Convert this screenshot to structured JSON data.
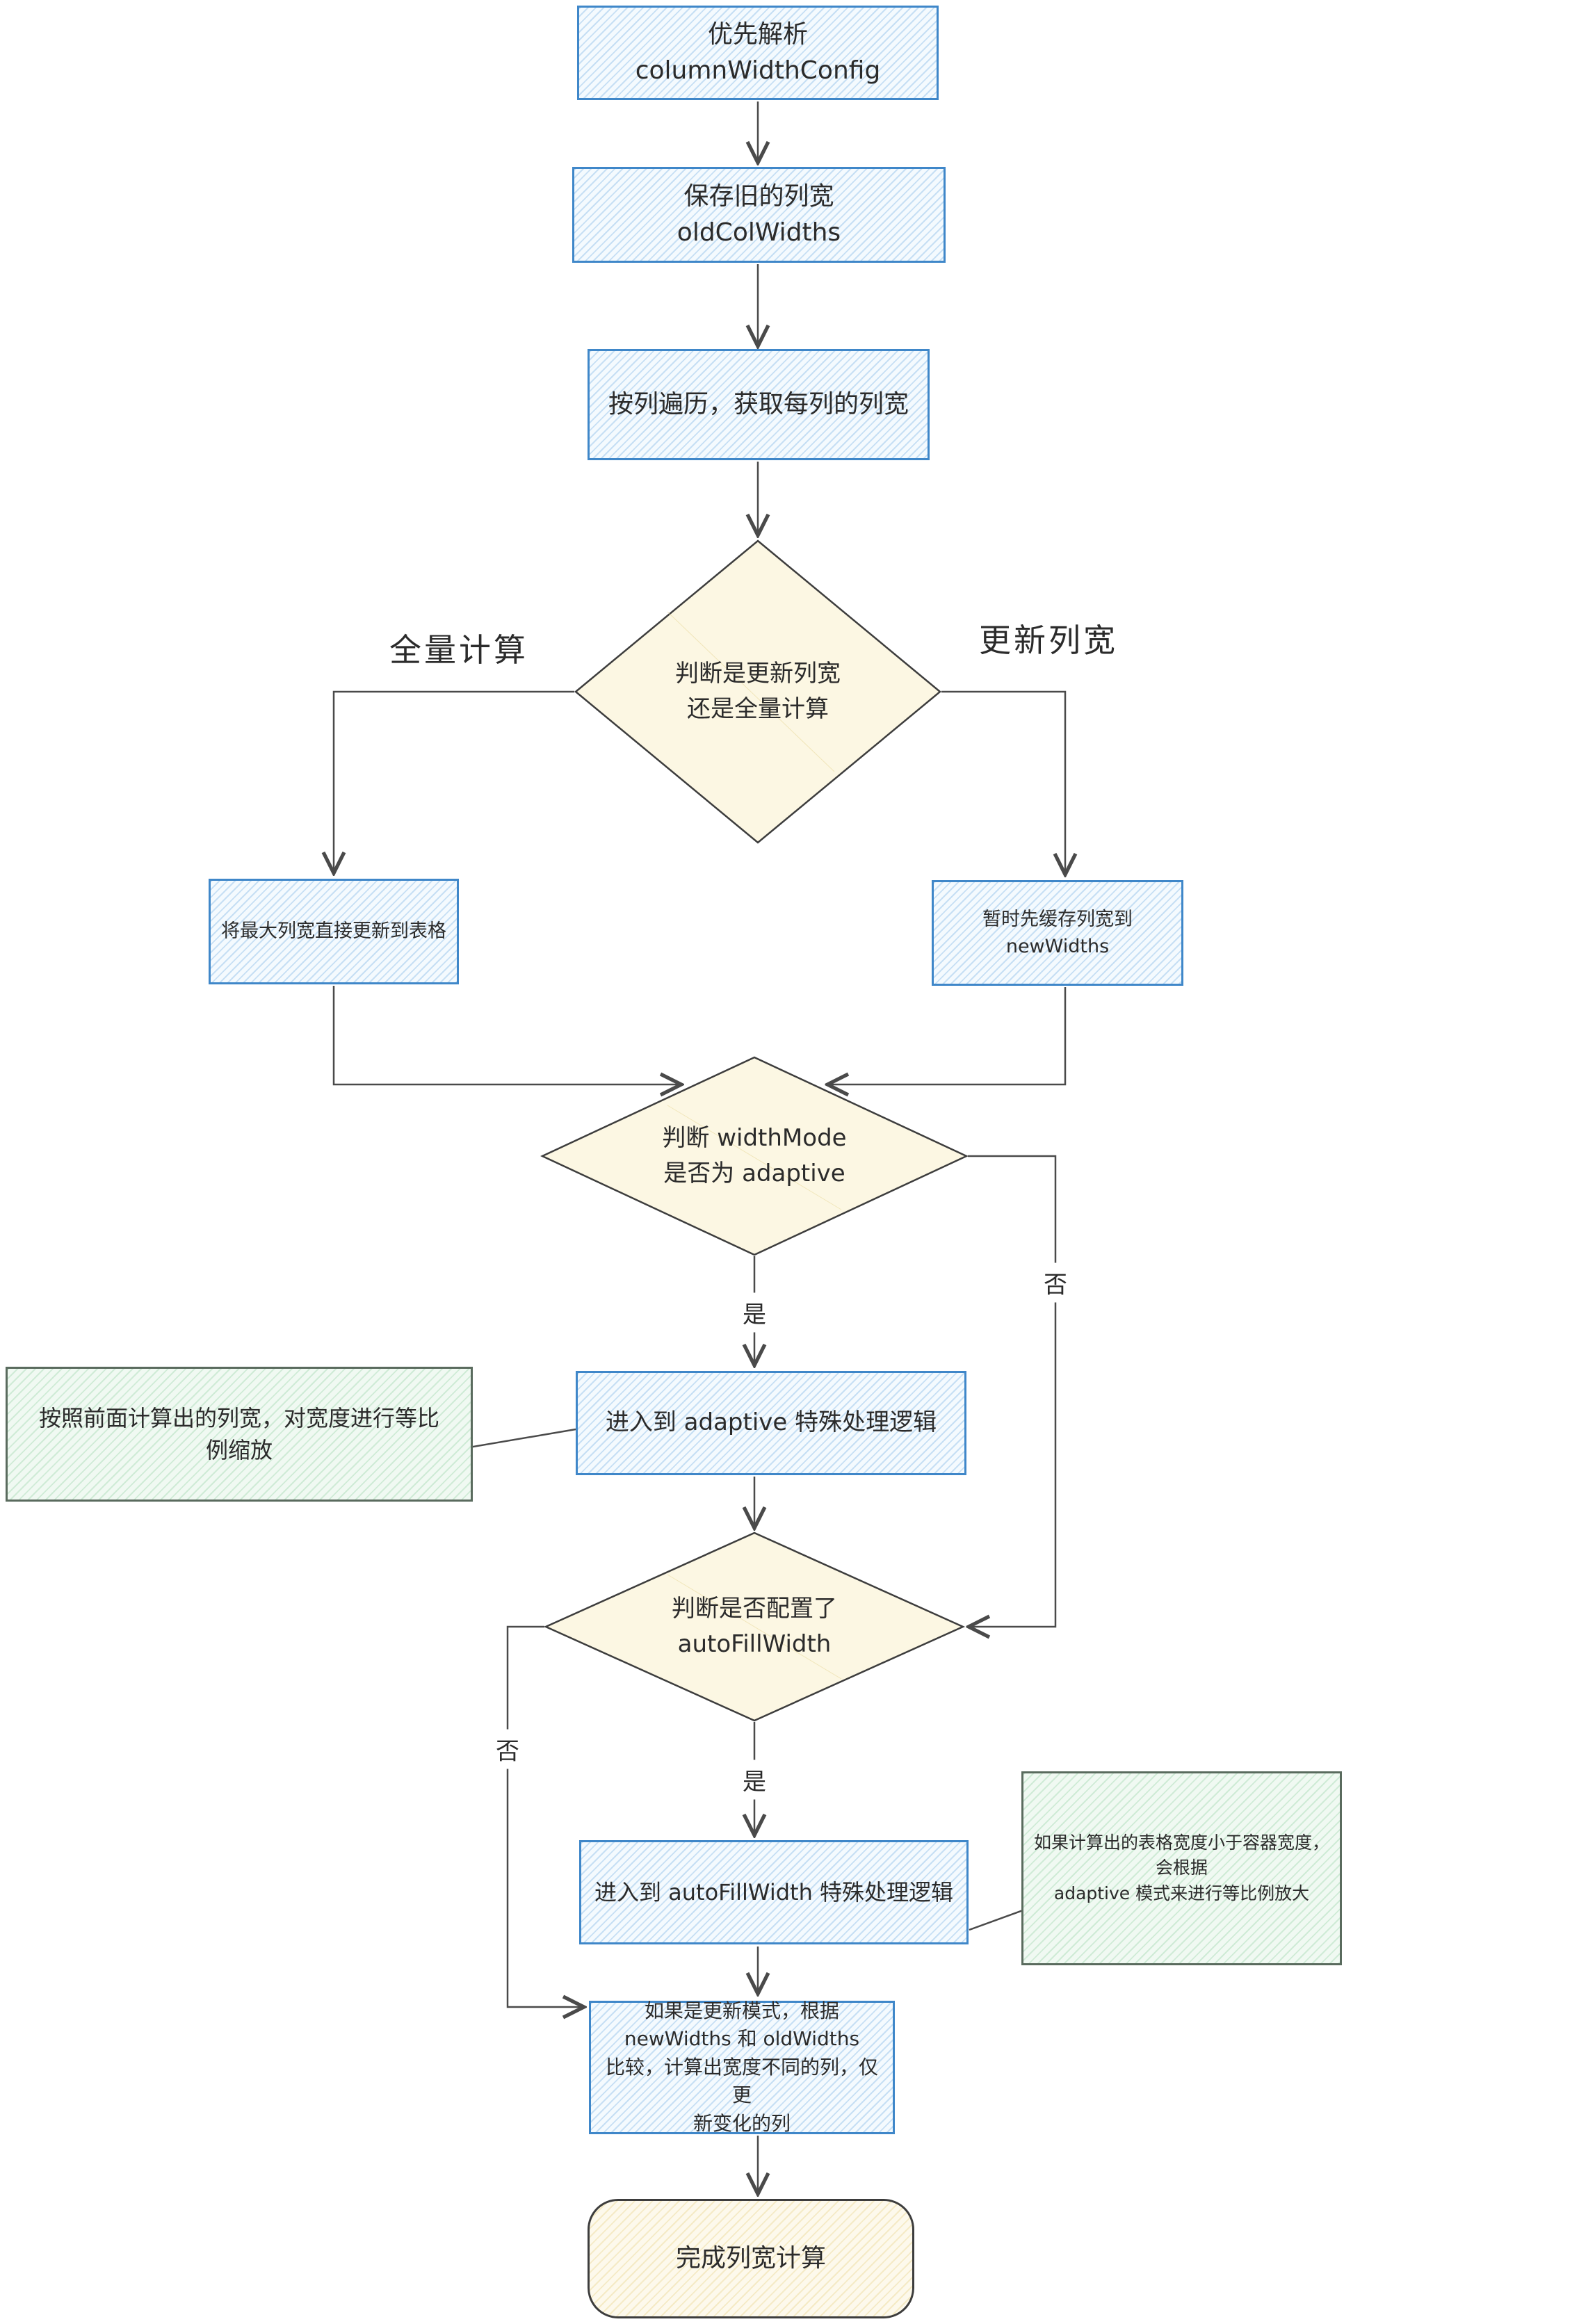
{
  "colors": {
    "process_border": "#3f87c9",
    "process_fill": "#eaf4fc",
    "decision_border": "#3d3d3d",
    "decision_fill": "#fdf6dd",
    "note_border": "#5a6b5e",
    "note_fill": "#eaf6ed",
    "terminal_fill": "#fdf6dd",
    "arrow": "#4a4a4a",
    "text": "#2b2b2b"
  },
  "nodes": {
    "parse_config": {
      "label": "优先解析\ncolumnWidthConfig"
    },
    "save_old": {
      "label": "保存旧的列宽\noldColWidths"
    },
    "iterate": {
      "label": "按列遍历，获取每列的列宽"
    },
    "decide_mode": {
      "label": "判断是更新列宽\n还是全量计算"
    },
    "update_table": {
      "label": "将最大列宽直接更新到表格"
    },
    "cache_new": {
      "label": "暂时先缓存列宽到 newWidths"
    },
    "decide_width_mode": {
      "label": "判断 widthMode\n是否为 adaptive"
    },
    "adaptive_logic": {
      "label": "进入到 adaptive 特殊处理逻辑"
    },
    "scale_note": {
      "label": "按照前面计算出的列宽，对宽度进行等比\n例缩放"
    },
    "decide_autofill": {
      "label": "判断是否配置了\nautoFillWidth"
    },
    "autofill_logic": {
      "label": "进入到 autoFillWidth 特殊处理逻辑"
    },
    "enlarge_note": {
      "label": "如果计算出的表格宽度小于容器宽度，会根据\nadaptive 模式来进行等比例放大"
    },
    "diff_update": {
      "label": "如果是更新模式，根据\nnewWidths 和 oldWidths\n比较，计算出宽度不同的列，仅更\n新变化的列"
    },
    "done": {
      "label": "完成列宽计算"
    }
  },
  "edge_labels": {
    "full_calc": "全量计算",
    "update_width": "更新列宽",
    "yes_adaptive": "是",
    "no_adaptive": "否",
    "yes_autofill": "是",
    "no_autofill": "否"
  }
}
